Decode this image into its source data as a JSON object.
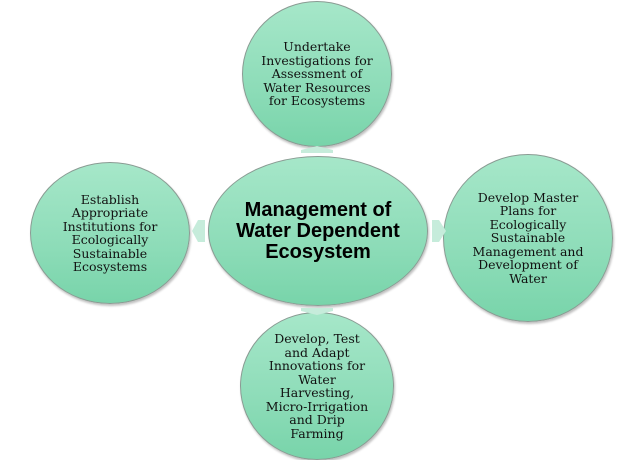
{
  "center": {
    "label": "Management of Water Dependent Ecosystem"
  },
  "nodes": {
    "top": "Undertake Investigations for Assessment of Water Resources for Ecosystems",
    "left": "Establish Appropriate Institutions for Ecologically Sustainable Ecosystems",
    "right": "Develop Master Plans for Ecologically Sustainable Management and Development of Water",
    "bottom": "Develop, Test and Adapt Innovations for Water Harvesting, Micro-Irrigation and Drip Farming"
  },
  "colors": {
    "fill": "#8ddcb8",
    "arrow": "#c6ecdb"
  }
}
